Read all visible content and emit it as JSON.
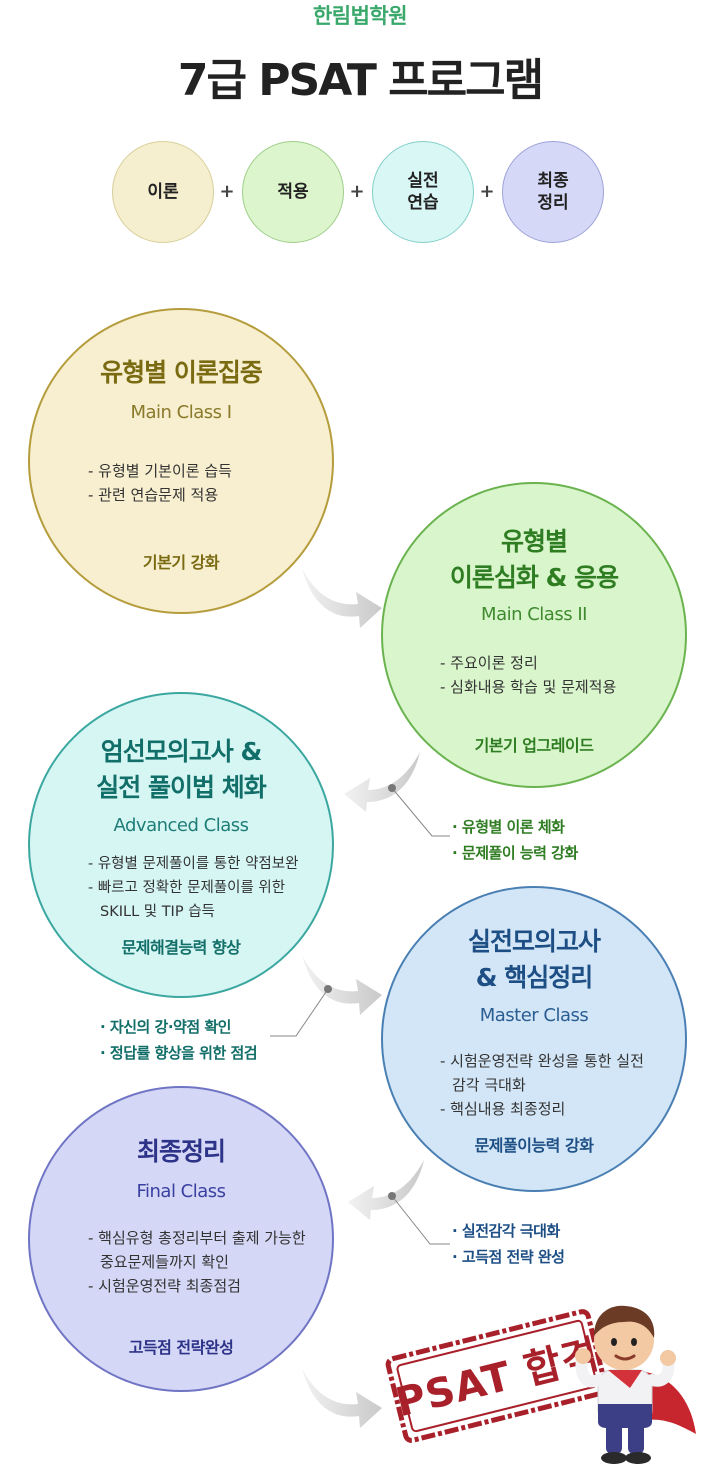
{
  "header": {
    "academy": "한림법학원",
    "title": "7급 PSAT 프로그램"
  },
  "steps": [
    {
      "label": "이론",
      "color": "#f6efcf",
      "border": "#d8cf9a"
    },
    {
      "label": "적용",
      "color": "#dcf5cc",
      "border": "#9fcf8a"
    },
    {
      "label": "실전\n연습",
      "color": "#d8f7f5",
      "border": "#86cfc9"
    },
    {
      "label": "최종\n정리",
      "color": "#d6d8f7",
      "border": "#9ea3d8"
    }
  ],
  "plus_sign": "+",
  "classes": [
    {
      "title": "유형별 이론집중",
      "subtitle": "Main Class I",
      "items": [
        "- 유형별 기본이론 습득",
        "- 관련 연습문제 적용"
      ],
      "footer": "기본기 강화",
      "fill": "#f7efcf",
      "stroke": "#b59c3c",
      "title_color": "#7a6a12"
    },
    {
      "title": "유형별\n이론심화 & 응용",
      "subtitle": "Main Class II",
      "items": [
        "- 주요이론 정리",
        "- 심화내용 학습 및 문제적용"
      ],
      "footer": "기본기 업그레이드",
      "fill": "#d9f5cb",
      "stroke": "#6ab34e",
      "title_color": "#2f7d22"
    },
    {
      "title": "엄선모의고사 &\n실전 풀이법 체화",
      "subtitle": "Advanced Class",
      "items": [
        "- 유형별 문제풀이를 통한 약점보완",
        "- 빠르고 정확한 문제풀이를 위한 SKILL 및 TIP 습득"
      ],
      "footer": "문제해결능력 향상",
      "fill": "#d6f6f4",
      "stroke": "#3ba7a0",
      "title_color": "#126e68"
    },
    {
      "title": "실전모의고사\n& 핵심정리",
      "subtitle": "Master Class",
      "items": [
        "- 시험운영전략 완성을 통한 실전감각 극대화",
        "- 핵심내용 최종정리"
      ],
      "footer": "문제풀이능력 강화",
      "fill": "#d3e6f7",
      "stroke": "#4a7fb3",
      "title_color": "#1d4f85"
    },
    {
      "title": "최종정리",
      "subtitle": "Final Class",
      "items": [
        "- 핵심유형 총정리부터 출제 가능한 중요문제들까지 확인",
        "- 시험운영전략 최종점검"
      ],
      "footer": "고득점 전략완성",
      "fill": "#d5d7f6",
      "stroke": "#6f75c4",
      "title_color": "#2d3388"
    }
  ],
  "notes": [
    {
      "lines": [
        "· 유형별 이론 체화",
        "· 문제풀이 능력 강화"
      ],
      "color": "#2f7d22"
    },
    {
      "lines": [
        "· 자신의 강·약점 확인",
        "· 정답률 향상을 위한 점검"
      ],
      "color": "#126e68"
    },
    {
      "lines": [
        "· 실전감각 극대화",
        "· 고득점 전략 완성"
      ],
      "color": "#1d4f85"
    }
  ],
  "stamp": {
    "text": "PSAT 합격",
    "color": "#a8202a"
  },
  "icons": {
    "arrow": "curved-arrow-icon",
    "mascot": "mascot-character"
  }
}
